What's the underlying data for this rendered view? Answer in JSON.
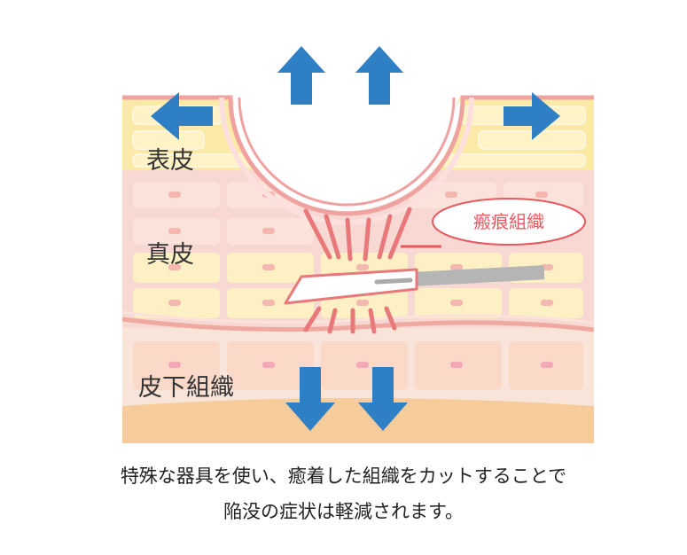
{
  "labels": {
    "epidermis": "表皮",
    "dermis": "真皮",
    "subcutaneous": "皮下組織",
    "scar_tissue": "瘢痕組織"
  },
  "caption": {
    "line1": "特殊な器具を使い、癒着した組織をカットすることで",
    "line2": "陥没の症状は軽減されます。"
  },
  "colors": {
    "arrow": "#2f7fc4",
    "scar_line": "#e8787a",
    "epidermis": "#fbe9a8",
    "dermis": "#f8d8d2",
    "subcutaneous": "#f8e4d8",
    "fat": "#f5cc9a",
    "callout": "#e8585f"
  },
  "icons": {
    "arrows": "arrow-icon",
    "instrument": "scalpel-icon"
  }
}
